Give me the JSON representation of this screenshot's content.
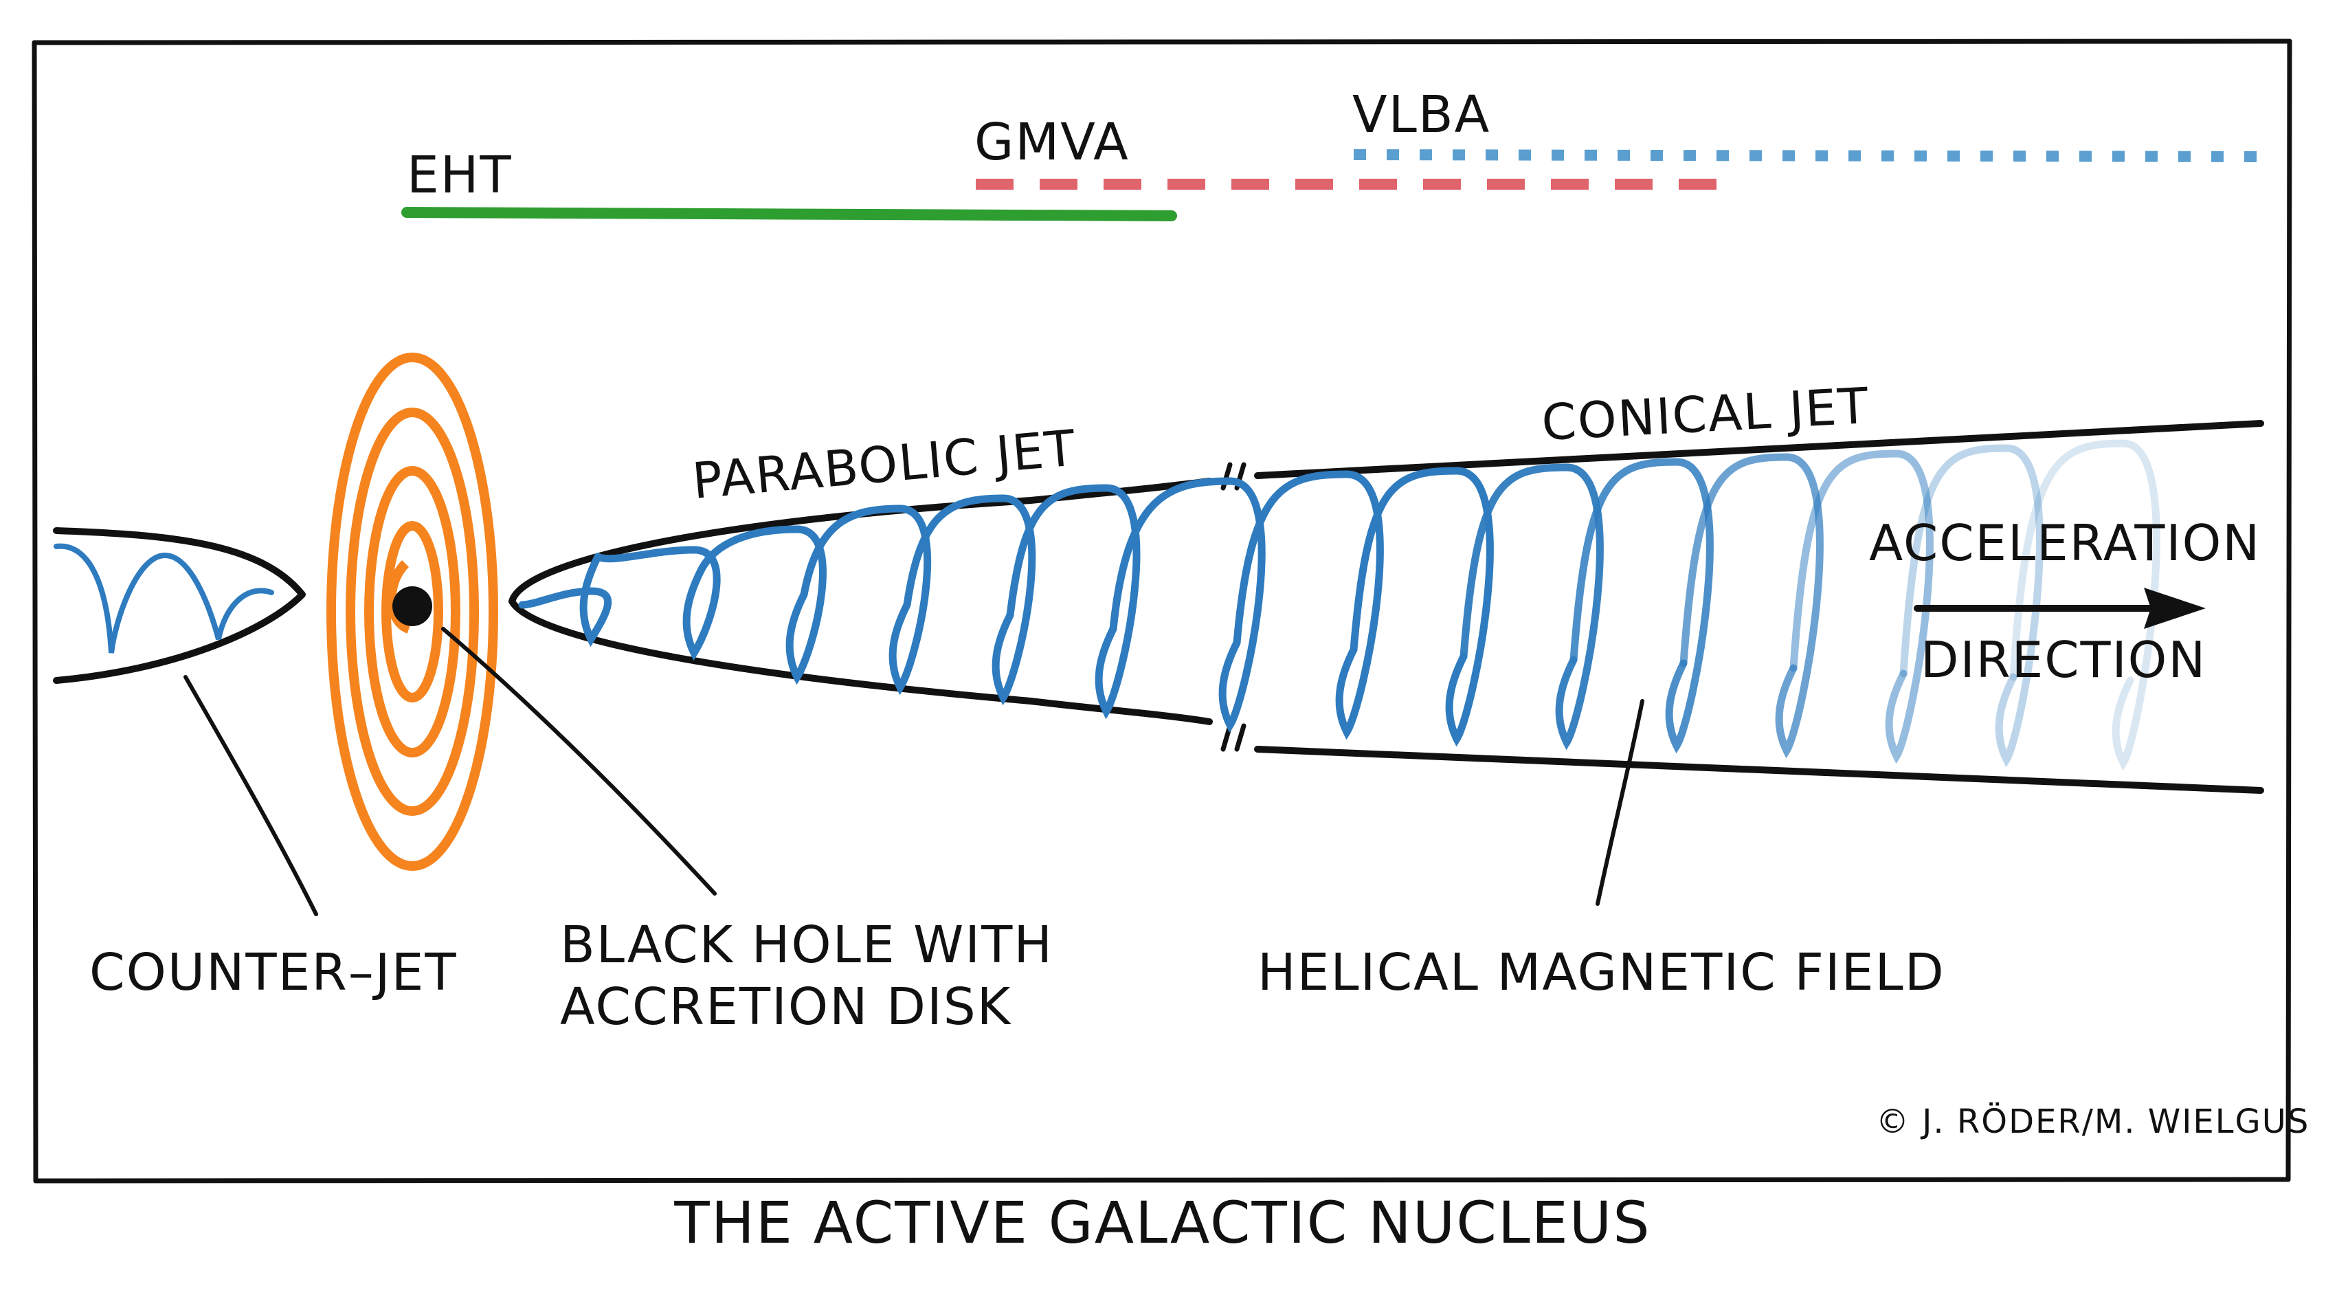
{
  "title": "THE ACTIVE GALACTIC NUCLEUS",
  "credit": "© J. RÖDER/M. WIELGUS",
  "instruments": [
    {
      "label": "EHT",
      "color": "#2e9e31",
      "style": "solid"
    },
    {
      "label": "GMVA",
      "color": "#e0646c",
      "style": "dashed"
    },
    {
      "label": "VLBA",
      "color": "#5b9fd1",
      "style": "dotted"
    }
  ],
  "labels": {
    "counter_jet": "COUNTER–JET",
    "black_hole_line1": "BLACK HOLE WITH",
    "black_hole_line2": "ACCRETION DISK",
    "helical_field": "HELICAL MAGNETIC FIELD",
    "parabolic_jet": "PARABOLIC JET",
    "conical_jet": "CONICAL JET",
    "acceleration": "ACCELERATION",
    "direction": "DIRECTION"
  },
  "colors": {
    "ink": "#111111",
    "disk": "#f5841f",
    "helix": "#2e7bbf"
  }
}
